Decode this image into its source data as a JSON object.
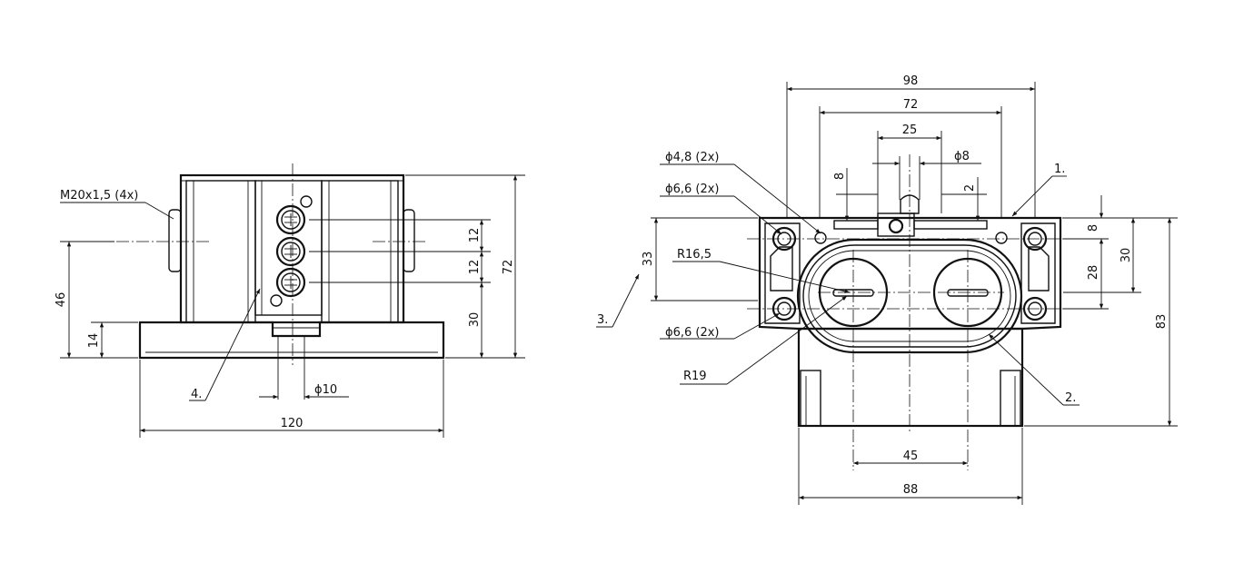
{
  "drawing": {
    "left_view": {
      "thread_label": "M20x1,5 (4x)",
      "dim_width": "120",
      "dim_height_total": "72",
      "dim_axis_height": "46",
      "dim_base_height": "14",
      "dim_pitch_1": "12",
      "dim_pitch_2": "12",
      "dim_bottom_axis": "30",
      "dim_hole": "ϕ10",
      "callout": "4."
    },
    "right_view": {
      "dim_overall_width": "98",
      "dim_inner_width": "72",
      "dim_slot_width": "25",
      "dim_pin": "ϕ8",
      "dim_small_8": "8",
      "dim_small_2": "2",
      "hole_48": "ϕ4,8 (2x)",
      "hole_66_top": "ϕ6,6 (2x)",
      "hole_66_bottom": "ϕ6,6 (2x)",
      "radius_small": "R16,5",
      "radius_large": "R19",
      "dim_left_33": "33",
      "dim_right_8": "8",
      "dim_right_28": "28",
      "dim_right_30": "30",
      "dim_right_83": "83",
      "dim_hole_spacing": "45",
      "dim_base_width": "88",
      "callout_1": "1.",
      "callout_2": "2.",
      "callout_3": "3."
    }
  }
}
